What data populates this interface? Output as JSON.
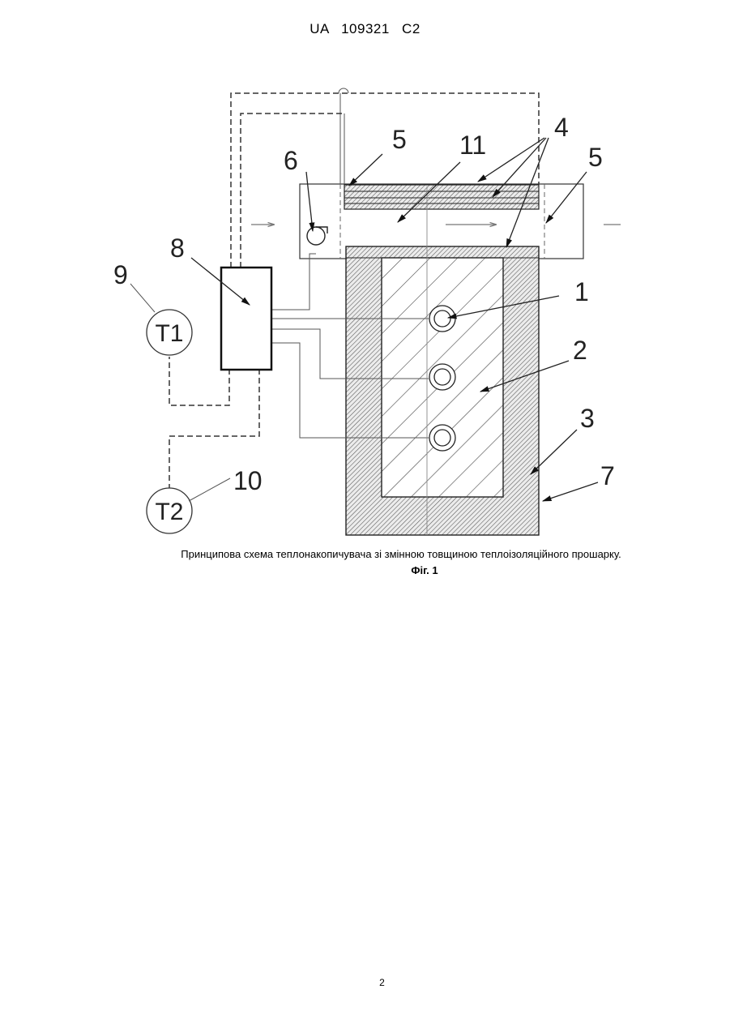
{
  "header": {
    "text": "UA 109321 C2"
  },
  "figure": {
    "labels": {
      "l1": "1",
      "l2": "2",
      "l3": "3",
      "l4": "4",
      "l5a": "5",
      "l5b": "5",
      "l6": "6",
      "l7": "7",
      "l8": "8",
      "l9": "9",
      "l10": "10",
      "l11": "11"
    },
    "sensors": {
      "t1": "T1",
      "t2": "T2"
    },
    "caption": "Принципова схема теплонакопичувача зі змінною товщиною теплоізоляційного прошарку.",
    "fig_label": "Фіг. 1"
  },
  "page": {
    "number": "2"
  }
}
